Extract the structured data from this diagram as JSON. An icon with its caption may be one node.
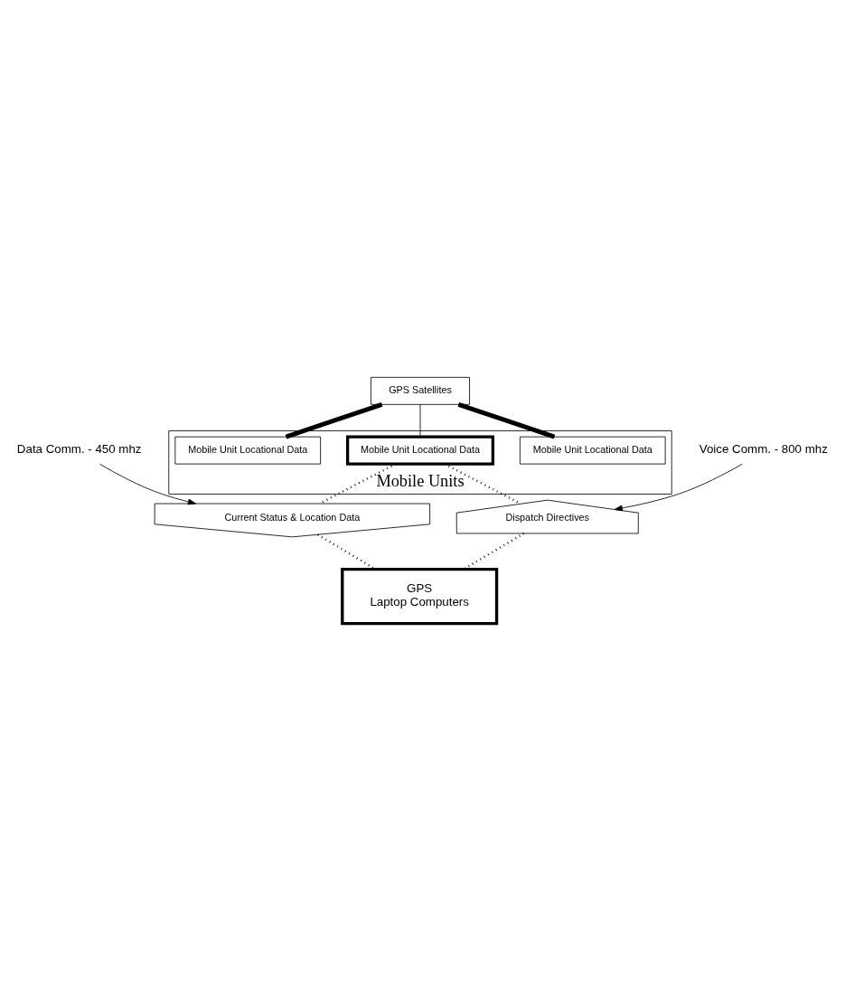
{
  "diagram": {
    "nodes": [
      {
        "text": [
          "GPS Satellites"
        ]
      },
      {
        "text": [
          "Mobile Units"
        ]
      },
      {
        "text": [
          "Mobile Unit Locational Data"
        ],
        "in": 1
      },
      {
        "text": [
          "Mobile Unit Locational Data"
        ],
        "in": 1
      },
      {
        "text": [
          "Mobile Unit Locational Data"
        ],
        "in": 1
      },
      {
        "text": [
          "Current Status & Location Data"
        ]
      },
      {
        "text": [
          "Dispatch Directives"
        ]
      },
      {
        "text": [
          "GPS",
          "Laptop Computers"
        ]
      },
      {
        "text": [
          "Data Comm. - 450 mhz"
        ]
      },
      {
        "text": [
          "Voice Comm. - 800 mhz"
        ]
      }
    ],
    "edges": [
      {
        "from": 0,
        "to": 2,
        "arrow": "none",
        "style": "thick"
      },
      {
        "from": 0,
        "to": 3,
        "arrow": "none"
      },
      {
        "from": 0,
        "to": 4,
        "arrow": "none",
        "style": "thick"
      },
      {
        "from": 3,
        "to": 5,
        "arrow": "none",
        "style": "dashed"
      },
      {
        "from": 3,
        "to": 6,
        "arrow": "none",
        "style": "dashed"
      },
      {
        "from": 5,
        "to": 7,
        "arrow": "none",
        "style": "dashed"
      },
      {
        "from": 6,
        "to": 7,
        "arrow": "none",
        "style": "dashed"
      },
      {
        "from": 8,
        "to": 5,
        "arrow": "to"
      },
      {
        "from": 9,
        "to": 6,
        "arrow": "to"
      }
    ]
  }
}
